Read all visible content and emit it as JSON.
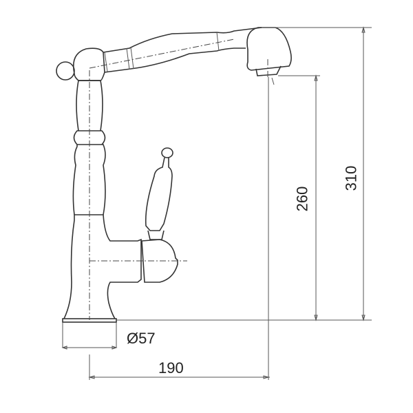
{
  "drawing": {
    "subject": "faucet",
    "dimensions": {
      "base_diameter": "Ø57",
      "reach": "190",
      "spout_height": "260",
      "total_height": "310"
    }
  }
}
